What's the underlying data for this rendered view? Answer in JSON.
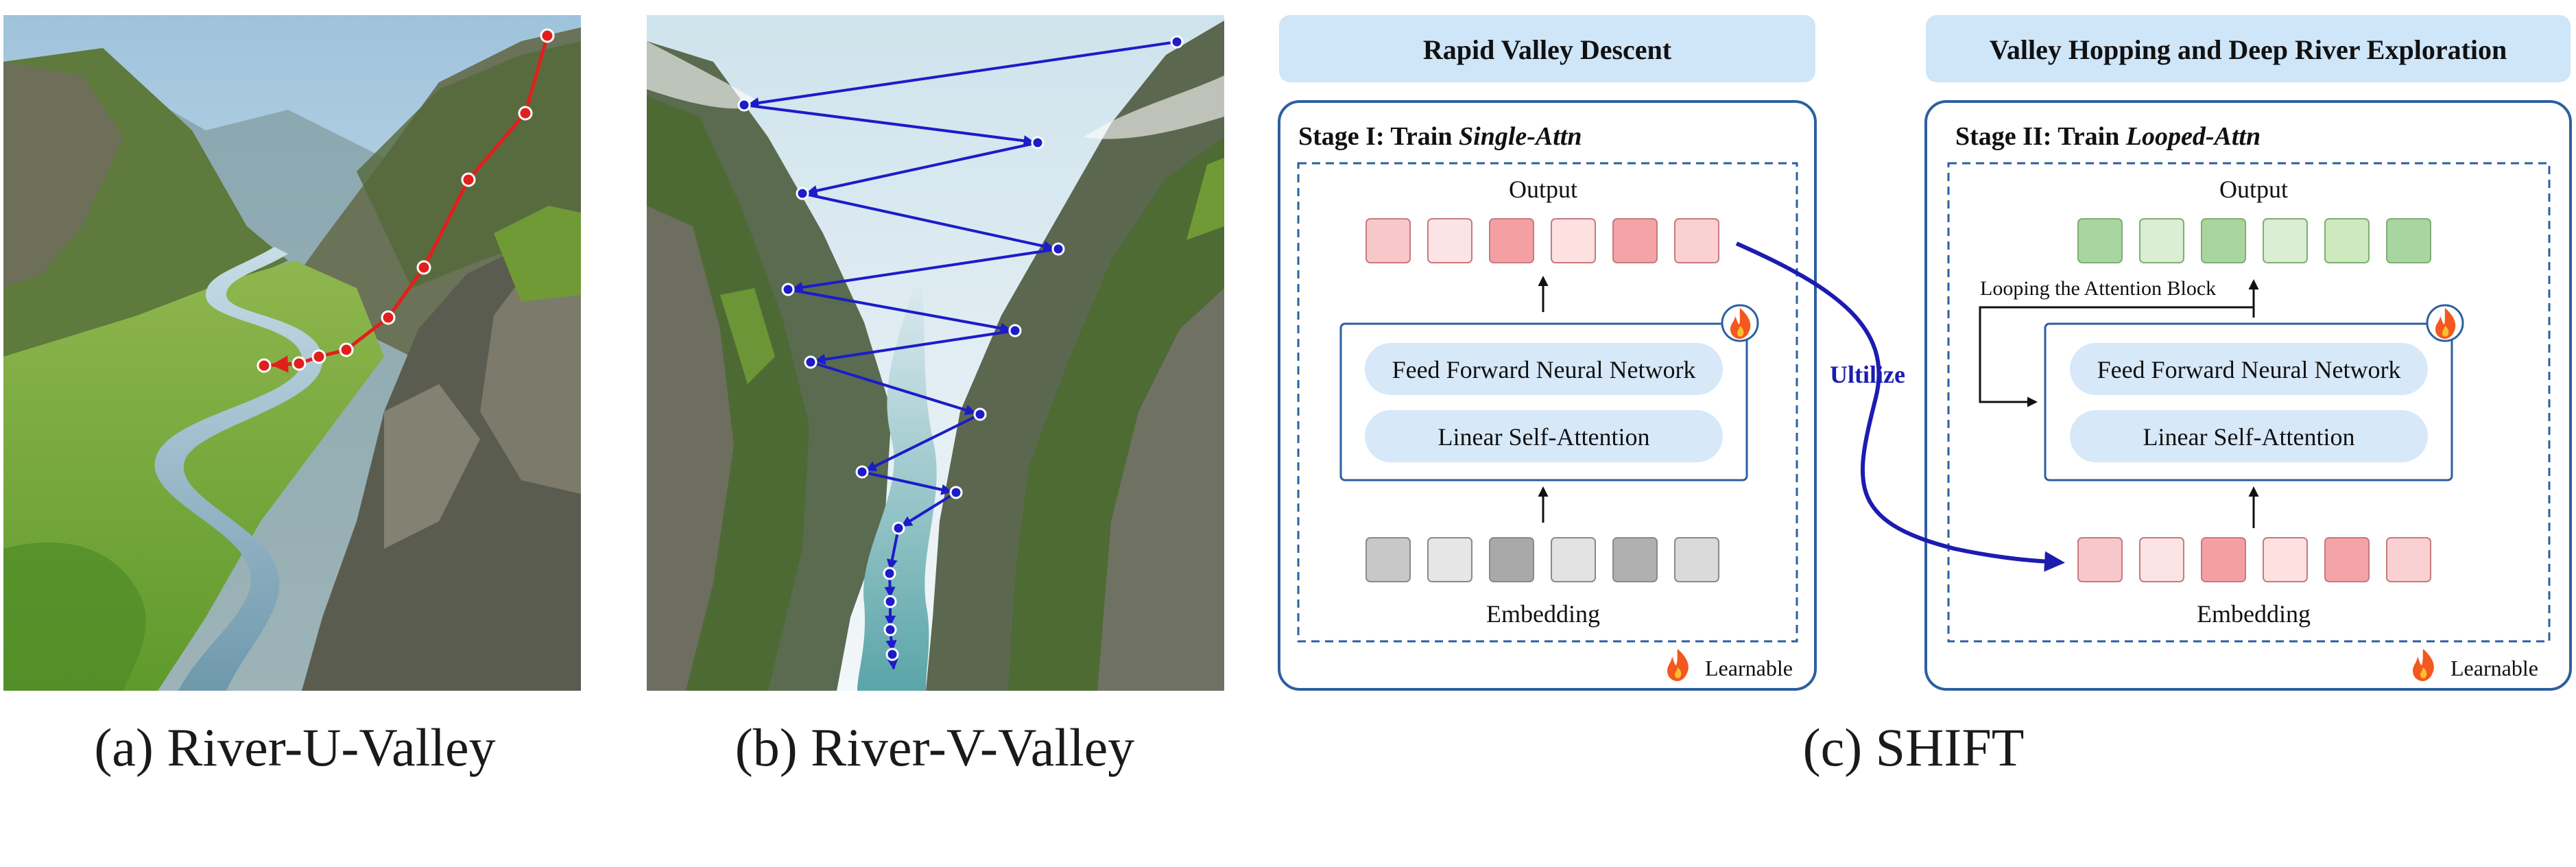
{
  "panels": {
    "a": {
      "caption": "(a)  River-U-Valley"
    },
    "b": {
      "caption": "(b)  River-V-Valley"
    },
    "c": {
      "caption": "(c)  SHIFT"
    }
  },
  "shift": {
    "header1": "Rapid Valley Descent",
    "header2": "Valley Hopping and Deep River Exploration",
    "stage1_prefix": "Stage I: Train ",
    "stage1_model": "Single-Attn",
    "stage2_prefix": "Stage II: Train ",
    "stage2_model": "Looped-Attn",
    "output_label": "Output",
    "embedding_label": "Embedding",
    "ffn_label": "Feed Forward Neural Network",
    "attn_label": "Linear Self-Attention",
    "loop_label": "Looping the Attention Block",
    "utilize_label": "Ultilize",
    "learnable_label": "Learnable",
    "stage1_output_colors": [
      "#f8c7c9",
      "#fde4e4",
      "#f4a0a3",
      "#fde0e0",
      "#f4a3a6",
      "#f9d1d3"
    ],
    "stage1_embedding_colors": [
      "#c8c8c8",
      "#e6e6e6",
      "#a9a9a9",
      "#e3e3e3",
      "#b0b0b0",
      "#dadada"
    ],
    "stage2_output_colors": [
      "#a9d6a0",
      "#d9eed3",
      "#a9d6a0",
      "#d9eed3",
      "#cfe8bd",
      "#a9d6a0"
    ],
    "stage2_embedding_colors": [
      "#f8c7c9",
      "#fde4e4",
      "#f4a0a3",
      "#fde0e0",
      "#f4a3a6",
      "#f9d1d3"
    ],
    "frame_color": "#2d5fa0",
    "header_fill": "#cfe5f8",
    "pill_fill": "#d7e8f9",
    "arrow_color": "#1c1cb0"
  }
}
